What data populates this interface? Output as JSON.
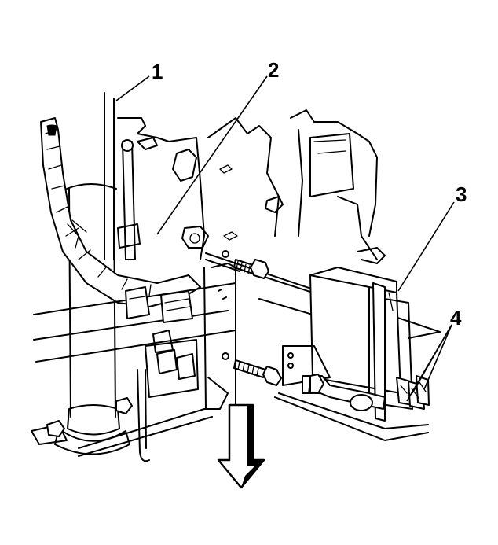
{
  "callouts": [
    {
      "id": "1",
      "label": "1"
    },
    {
      "id": "2",
      "label": "2"
    },
    {
      "id": "3",
      "label": "3"
    },
    {
      "id": "4",
      "label": "4"
    }
  ],
  "direction_arrow": "down"
}
